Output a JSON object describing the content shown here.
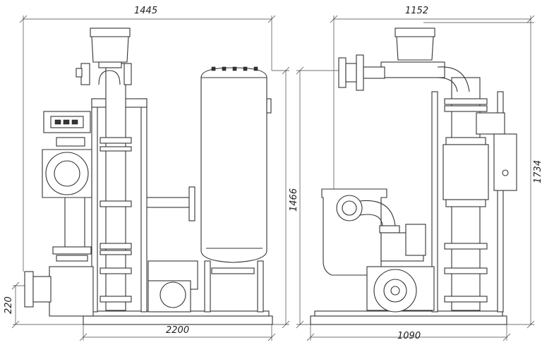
{
  "dimensions": {
    "left_top_width": "1445",
    "left_bottom_width": "2200",
    "left_side_height": "1466",
    "left_base_height": "220",
    "right_top_width": "1152",
    "right_bottom_width": "1090",
    "right_side_height": "1734"
  }
}
